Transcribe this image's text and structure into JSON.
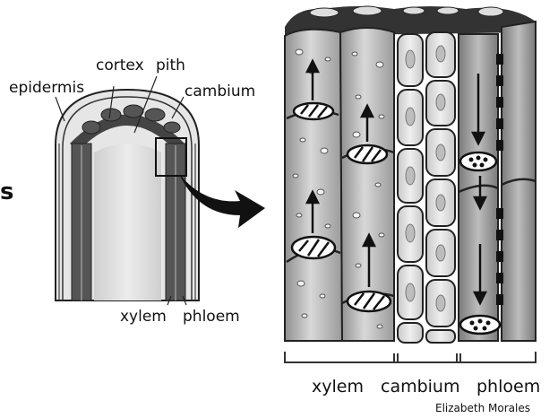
{
  "diagram": {
    "stem_labels": {
      "cortex": "cortex",
      "pith": "pith",
      "epidermis": "epidermis",
      "cambium": "cambium",
      "xylem": "xylem",
      "phloem": "phloem"
    },
    "tissue_labels": {
      "xylem": "xylem",
      "cambium": "cambium",
      "phloem": "phloem"
    },
    "edge_fragment": "s",
    "credit": "Elizabeth Morales"
  }
}
